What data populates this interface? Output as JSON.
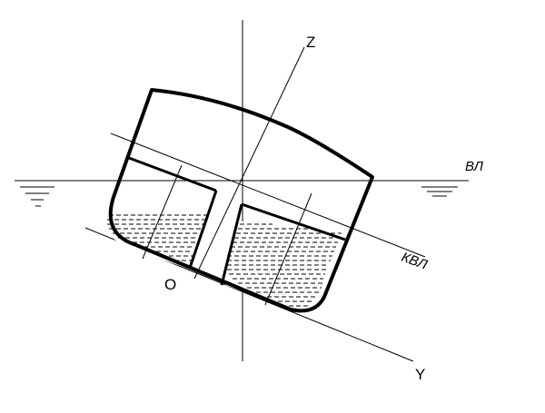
{
  "labels": {
    "z_axis": "Z",
    "y_axis": "Y",
    "origin": "O",
    "waterline": "ВЛ",
    "design_waterline": "КВЛ"
  },
  "colors": {
    "stroke": "#000000",
    "background": "#ffffff"
  }
}
